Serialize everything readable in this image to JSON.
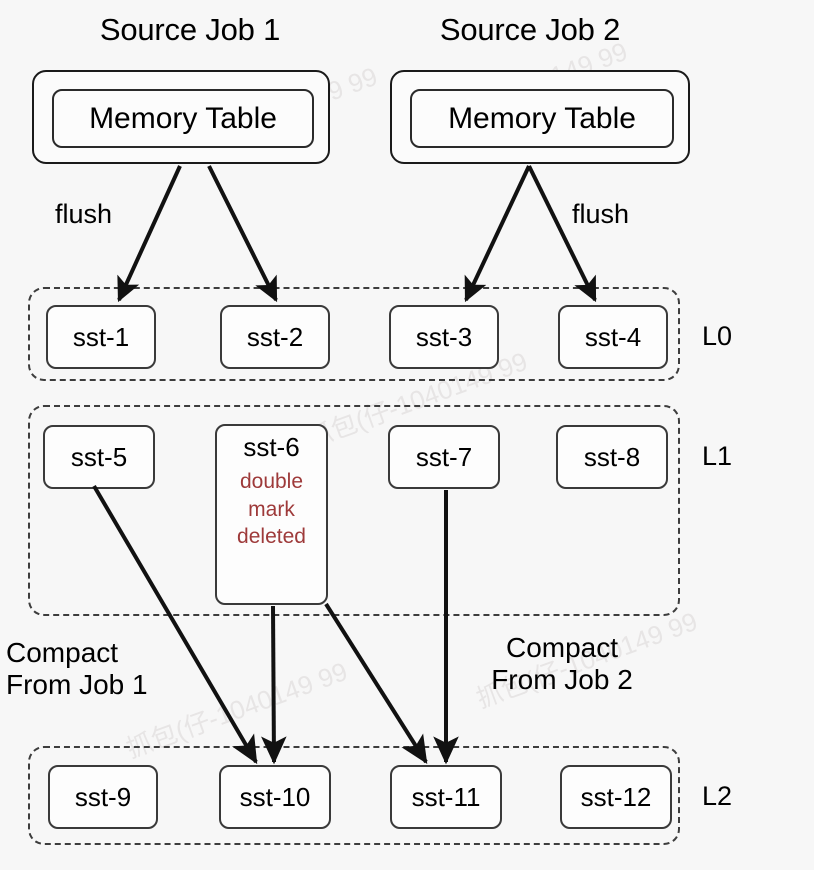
{
  "diagram": {
    "title": "LSM tree flush and compaction across two source jobs",
    "background_color": "#f7f7f7",
    "accent_red": "#9e3a3a",
    "line_color": "#111111"
  },
  "jobs": [
    {
      "id": "job1",
      "title": "Source Job 1",
      "memtable_label": "Memory Table",
      "flush_label": "flush"
    },
    {
      "id": "job2",
      "title": "Source Job 2",
      "memtable_label": "Memory Table",
      "flush_label": "flush"
    }
  ],
  "levels": [
    {
      "id": "L0",
      "label": "L0",
      "files": [
        {
          "name": "sst-1"
        },
        {
          "name": "sst-2"
        },
        {
          "name": "sst-3"
        },
        {
          "name": "sst-4"
        }
      ]
    },
    {
      "id": "L1",
      "label": "L1",
      "files": [
        {
          "name": "sst-5"
        },
        {
          "name": "sst-6",
          "note_lines": [
            "double",
            "mark",
            "deleted"
          ]
        },
        {
          "name": "sst-7"
        },
        {
          "name": "sst-8"
        }
      ]
    },
    {
      "id": "L2",
      "label": "L2",
      "files": [
        {
          "name": "sst-9"
        },
        {
          "name": "sst-10"
        },
        {
          "name": "sst-11"
        },
        {
          "name": "sst-12"
        }
      ]
    }
  ],
  "captions": [
    {
      "id": "compact-job1",
      "line1": "Compact",
      "line2": "From Job 1"
    },
    {
      "id": "compact-job2",
      "line1": "Compact",
      "line2": "From Job 2"
    }
  ],
  "note_text": {
    "sst6_line1": "double",
    "sst6_line2": "mark",
    "sst6_line3": "deleted"
  },
  "watermark": "抓包(仔-1040149 99",
  "edges": [
    {
      "from": "job1-memtable",
      "to": "sst-1",
      "kind": "flush"
    },
    {
      "from": "job1-memtable",
      "to": "sst-2",
      "kind": "flush"
    },
    {
      "from": "job2-memtable",
      "to": "sst-3",
      "kind": "flush"
    },
    {
      "from": "job2-memtable",
      "to": "sst-4",
      "kind": "flush"
    },
    {
      "from": "sst-5",
      "to": "sst-10",
      "kind": "compact"
    },
    {
      "from": "sst-6",
      "to": "sst-10",
      "kind": "compact"
    },
    {
      "from": "sst-6",
      "to": "sst-11",
      "kind": "compact"
    },
    {
      "from": "sst-7",
      "to": "sst-11",
      "kind": "compact"
    }
  ]
}
